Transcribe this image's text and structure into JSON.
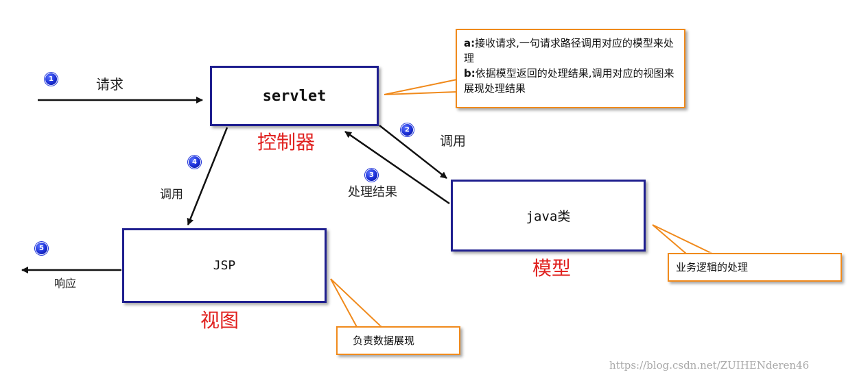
{
  "components": {
    "servlet": {
      "label": "servlet",
      "role": "控制器"
    },
    "java_class": {
      "label": "java类",
      "role": "模型"
    },
    "jsp": {
      "label": "JSP",
      "role": "视图"
    }
  },
  "notes": {
    "servlet": {
      "line_a_prefix": "a:",
      "line_a": "接收请求,一句请求路径调用对应的模型来处理",
      "line_b_prefix": "b:",
      "line_b": "依据模型返回的处理结果,调用对应的视图来展现处理结果"
    },
    "model": "业务逻辑的处理",
    "view": "负责数据展现"
  },
  "steps": [
    {
      "number": "1",
      "label": "请求"
    },
    {
      "number": "2",
      "label": "调用"
    },
    {
      "number": "3",
      "label": "处理结果"
    },
    {
      "number": "4",
      "label": "调用"
    },
    {
      "number": "5",
      "label": "响应"
    }
  ],
  "watermark": "https://blog.csdn.net/ZUIHENderen46",
  "colors": {
    "box_border": "#1f1f8f",
    "role_label": "#e0201e",
    "callout_border": "#f08a1c",
    "step_badge": "#1b2fd6",
    "arrow": "#111111"
  }
}
